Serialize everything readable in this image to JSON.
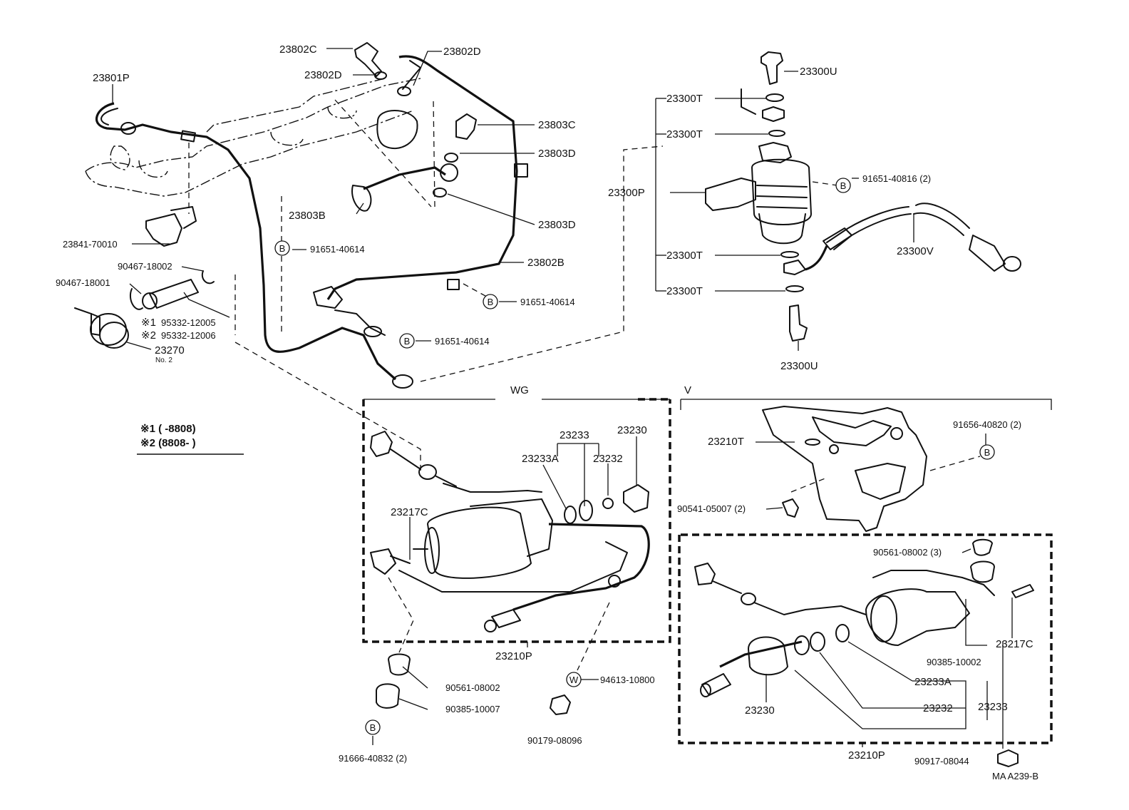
{
  "labels": {
    "l23802C": "23802C",
    "l23802D_a": "23802D",
    "l23802D_b": "23802D",
    "l23801P": "23801P",
    "l23803C": "23803C",
    "l23803D_a": "23803D",
    "l23803B": "23803B",
    "l23803D_b": "23803D",
    "l23841": "23841-70010",
    "l91651_40614_a": "91651-40614",
    "l23802B": "23802B",
    "l91651_40614_b": "91651-40614",
    "l91651_40614_c": "91651-40614",
    "l90467_18002": "90467-18002",
    "l90467_18001": "90467-18001",
    "l95332_12005": "95332-12005",
    "l95332_12006": "95332-12006",
    "mark1": "※1",
    "mark2": "※2",
    "l23270": "23270",
    "l23270_sub": "No. 2",
    "legend1": "※1 (       -8808)",
    "legend2": "※2 (8808-        )",
    "l23300U_a": "23300U",
    "l23300T_a": "23300T",
    "l23300T_b": "23300T",
    "l91651_40816": "91651-40816 (2)",
    "l23300P": "23300P",
    "l23300V": "23300V",
    "l23300T_c": "23300T",
    "l23300T_d": "23300T",
    "l23300U_b": "23300U",
    "wg": "WG",
    "v": "V",
    "l23233_wg": "23233",
    "l23230_wg": "23230",
    "l23233A_wg": "23233A",
    "l23232_wg": "23232",
    "l23217C_wg": "23217C",
    "l23210P_wg": "23210P",
    "l90561_08002": "90561-08002",
    "l90385_10007": "90385-10007",
    "l91666_40832": "91666-40832 (2)",
    "l94613_10800": "94613-10800",
    "l90179_08096": "90179-08096",
    "l23210T": "23210T",
    "l91656_40820": "91656-40820 (2)",
    "l90541_05007": "90541-05007 (2)",
    "l90561_08002_3": "90561-08002 (3)",
    "l23217C_v": "23217C",
    "l90385_10002": "90385-10002",
    "l23233A_v": "23233A",
    "l23232_v": "23232",
    "l23233_v": "23233",
    "l23230_v": "23230",
    "l23210P_v": "23210P",
    "l90917_08044": "90917-08044",
    "footer": "MA  A239-B"
  },
  "symbols": {
    "b": "B",
    "w": "W"
  }
}
